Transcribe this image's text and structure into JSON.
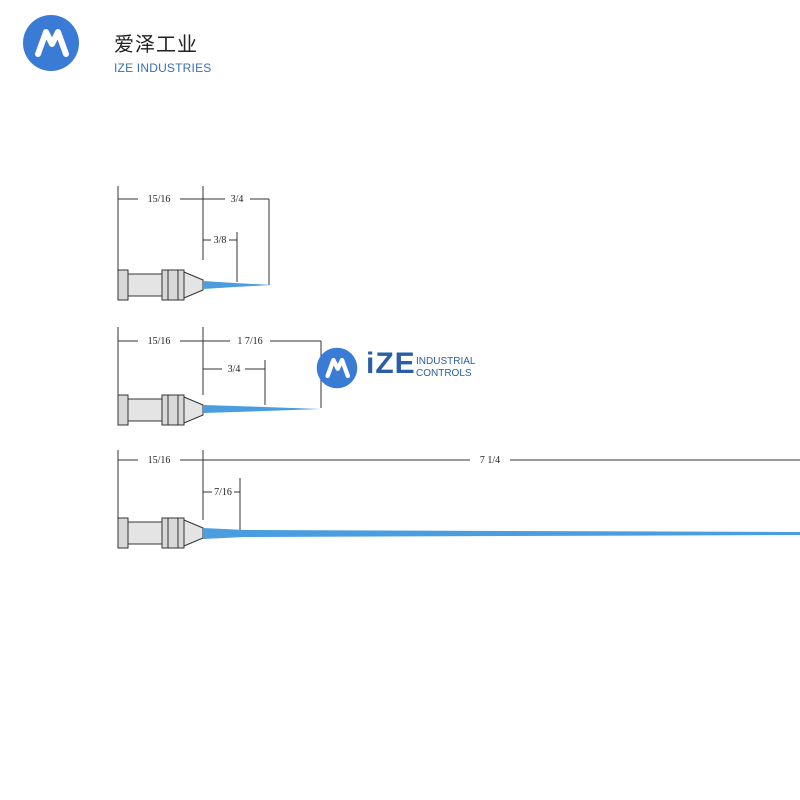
{
  "brand": {
    "name_cn": "爱泽工业",
    "name_en": "IZE INDUSTRIES",
    "logo_icon": "ize-swirl-logo-icon",
    "color": "#3a7bd5"
  },
  "watermark": {
    "big": "iZE",
    "small_line1": "INDUSTRIAL",
    "small_line2": "CONTROLS",
    "logo_icon": "ize-swirl-logo-icon"
  },
  "probes": [
    {
      "body_length": "15/16",
      "tip_total": "3/4",
      "tip_inner": "3/8"
    },
    {
      "body_length": "15/16",
      "tip_total": "1 7/16",
      "tip_inner": "3/4"
    },
    {
      "body_length": "15/16",
      "tip_total": "7 1/4",
      "tip_inner": "7/16"
    }
  ],
  "colors": {
    "probe_tip": "#4a9ee0",
    "dimension_line": "#333333",
    "body_fill": "#dcdcdc"
  }
}
